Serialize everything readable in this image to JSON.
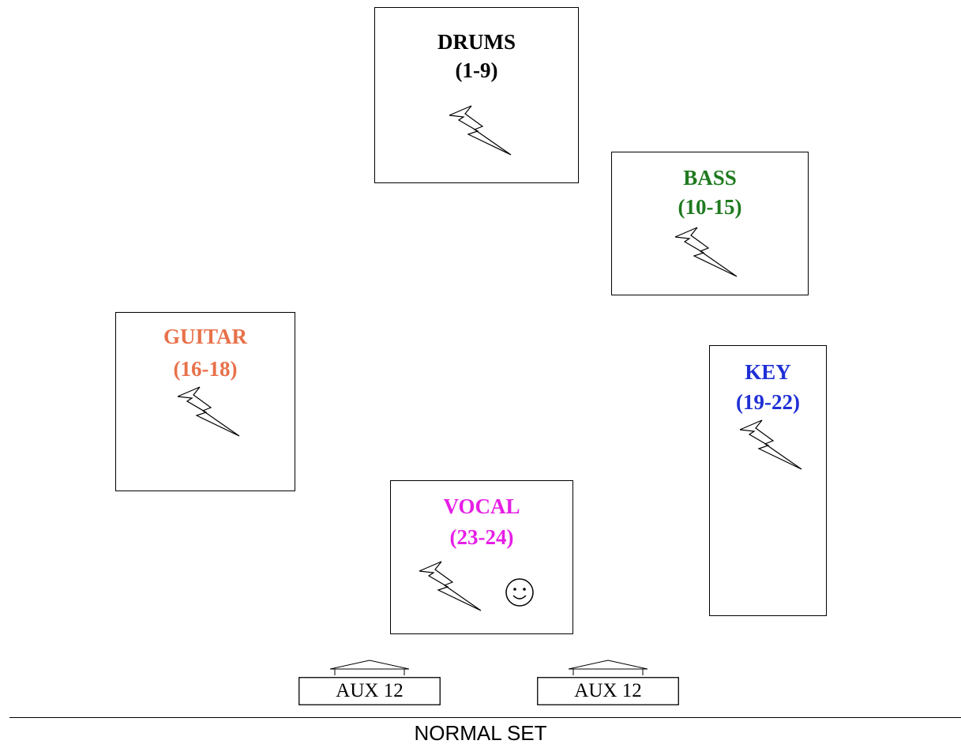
{
  "instruments": [
    {
      "id": "drums",
      "name": "DRUMS",
      "channels": "(1-9)",
      "color": "#000000",
      "icons": [
        "power-bolt"
      ]
    },
    {
      "id": "bass",
      "name": "BASS",
      "channels": "(10-15)",
      "color": "#1f7a1f",
      "icons": [
        "power-bolt"
      ]
    },
    {
      "id": "guitar",
      "name": "GUITAR",
      "channels": "(16-18)",
      "color": "#e8714a",
      "icons": [
        "power-bolt"
      ]
    },
    {
      "id": "key",
      "name": "KEY",
      "channels": "(19-22)",
      "color": "#1f2fd6",
      "icons": [
        "power-bolt"
      ]
    },
    {
      "id": "vocal",
      "name": "VOCAL",
      "channels": "(23-24)",
      "color": "#e61ee6",
      "icons": [
        "power-bolt",
        "smiley"
      ]
    }
  ],
  "monitors": [
    {
      "label": "AUX 12"
    },
    {
      "label": "AUX 12"
    }
  ],
  "stage_front_label": "NORMAL SET"
}
